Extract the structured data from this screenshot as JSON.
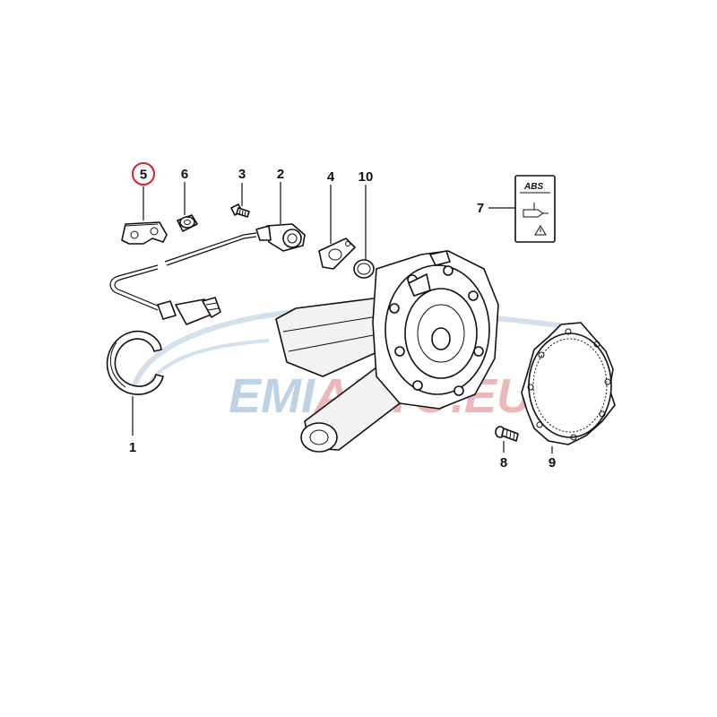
{
  "callouts": {
    "c1": "1",
    "c2": "2",
    "c3": "3",
    "c4": "4",
    "c5": "5",
    "c6": "6",
    "c7": "7",
    "c8": "8",
    "c9": "9",
    "c10": "10"
  },
  "highlight_color": "#d4202a",
  "watermark": {
    "part1": "EMI",
    "part2": "AUTO.EU"
  },
  "label_sticker": {
    "text": "ABS"
  }
}
